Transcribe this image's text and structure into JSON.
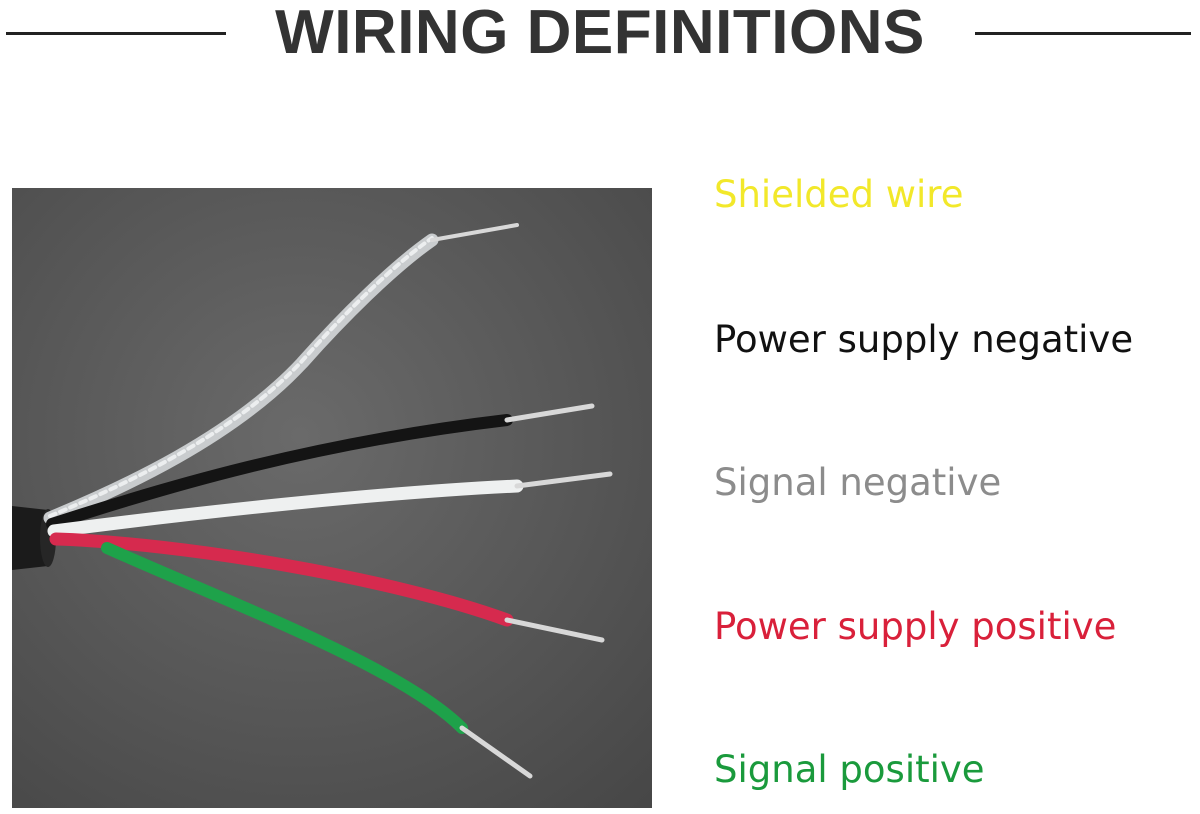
{
  "header": {
    "title": "WIRING DEFINITIONS"
  },
  "legend": {
    "items": [
      {
        "label": "Shielded wire",
        "color": "#f2e82a"
      },
      {
        "label": "Power supply negative",
        "color": "#111111"
      },
      {
        "label": "Signal negative",
        "color": "#8c8c8c"
      },
      {
        "label": "Power supply positive",
        "color": "#d9203a"
      },
      {
        "label": "Signal positive",
        "color": "#1a9a3c"
      }
    ]
  },
  "wires": {
    "shield_color": "#cfd2d4",
    "black_color": "#141414",
    "white_color": "#eef0f0",
    "red_color": "#d62a4e",
    "green_color": "#1ea24a",
    "conductor_color": "#d8d8d8",
    "background_color": "#5a5a5a"
  }
}
